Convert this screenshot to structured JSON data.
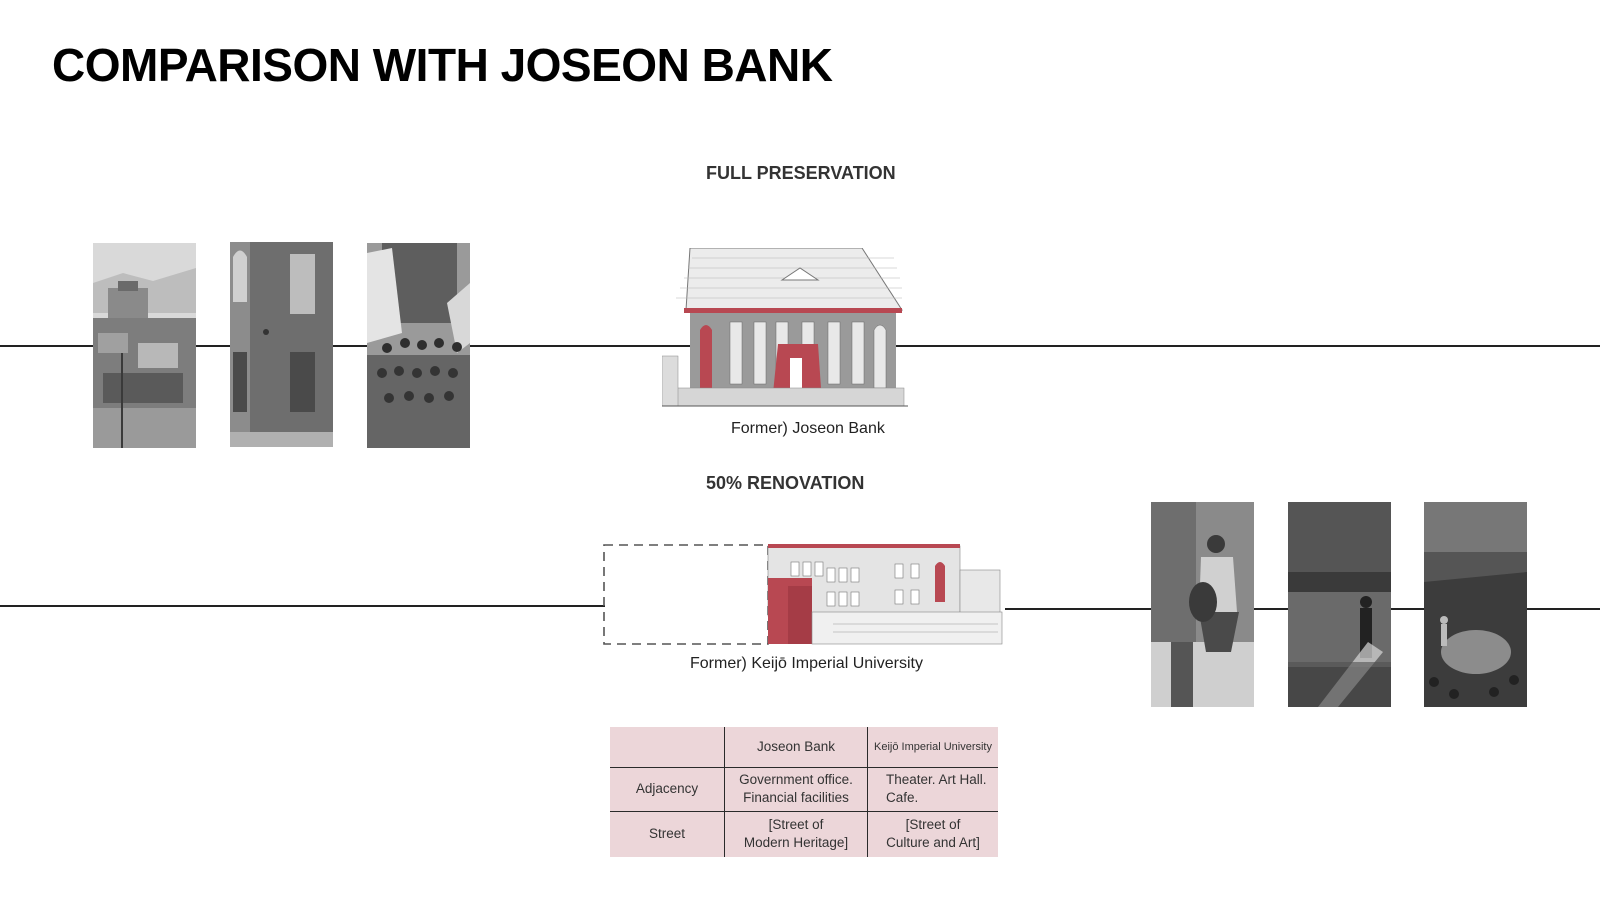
{
  "title": "COMPARISON WITH JOSEON BANK",
  "sections": {
    "preservation": {
      "label": "FULL PRESERVATION",
      "caption": "Former) Joseon Bank"
    },
    "renovation": {
      "label": "50% RENOVATION",
      "caption": "Former) Keijō Imperial University"
    }
  },
  "table": {
    "header": [
      "",
      "Joseon Bank",
      "Keijō Imperial University"
    ],
    "rows": [
      {
        "label": "Adjacency",
        "joseon": [
          "Government office.",
          "Financial facilities"
        ],
        "keijo": [
          "Theater. Art Hall.",
          "Cafe."
        ]
      },
      {
        "label": "Street",
        "joseon": [
          "[Street of",
          "Modern Heritage]"
        ],
        "keijo": [
          "[Street of",
          "Culture and Art]"
        ]
      }
    ]
  },
  "colors": {
    "accent": "#b84852",
    "table_bg": "#ecd6d9",
    "line": "#222222"
  }
}
